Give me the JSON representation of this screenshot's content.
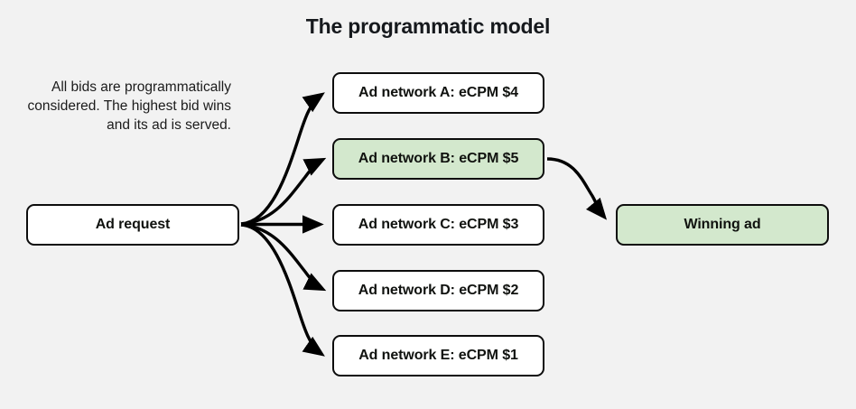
{
  "page": {
    "title": "The programmatic model",
    "background_color": "#f2f2f2"
  },
  "caption": {
    "text": "All bids are programmatically considered. The highest bid wins and its ad is served."
  },
  "colors": {
    "node_border": "#0d0d0d",
    "node_fill_default": "#ffffff",
    "node_fill_highlight": "#d3e8cd",
    "text": "#10120f",
    "arrow": "#000000"
  },
  "diagram": {
    "type": "flow",
    "source_node": {
      "id": "ad-request",
      "label": "Ad request",
      "fill": "white"
    },
    "network_nodes": [
      {
        "id": "network-a",
        "label": "Ad network A: eCPM $4",
        "network": "A",
        "ecpm": 4,
        "fill": "white",
        "winner": false
      },
      {
        "id": "network-b",
        "label": "Ad network B: eCPM $5",
        "network": "B",
        "ecpm": 5,
        "fill": "green",
        "winner": true
      },
      {
        "id": "network-c",
        "label": "Ad network C: eCPM $3",
        "network": "C",
        "ecpm": 3,
        "fill": "white",
        "winner": false
      },
      {
        "id": "network-d",
        "label": "Ad network D: eCPM $2",
        "network": "D",
        "ecpm": 2,
        "fill": "white",
        "winner": false
      },
      {
        "id": "network-e",
        "label": "Ad network E: eCPM $1",
        "network": "E",
        "ecpm": 1,
        "fill": "white",
        "winner": false
      }
    ],
    "result_node": {
      "id": "winning-ad",
      "label": "Winning ad",
      "fill": "green"
    },
    "edges": [
      {
        "from": "ad-request",
        "to": "network-a"
      },
      {
        "from": "ad-request",
        "to": "network-b"
      },
      {
        "from": "ad-request",
        "to": "network-c"
      },
      {
        "from": "ad-request",
        "to": "network-d"
      },
      {
        "from": "ad-request",
        "to": "network-e"
      },
      {
        "from": "network-b",
        "to": "winning-ad"
      }
    ]
  }
}
